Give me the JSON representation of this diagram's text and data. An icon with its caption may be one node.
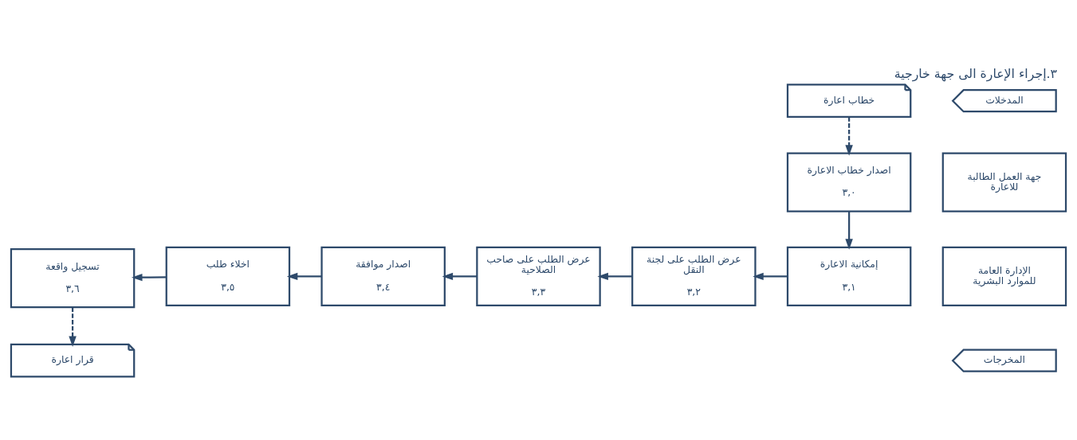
{
  "diagram": {
    "title": "٣.إجراء الإعارة الى جهة خارجية",
    "nodes": [
      {
        "text": [
          "المدخلات"
        ]
      },
      {
        "text": [
          "خطاب اعارة"
        ]
      },
      {
        "text": [
          "جهة العمل الطالبة للاعارة"
        ]
      },
      {
        "text": [
          "اصدار خطاب الاعارة",
          "٣,٠"
        ]
      },
      {
        "text": [
          "الإدارة العامة للموارد البشرية"
        ]
      },
      {
        "text": [
          "إمكانية الاعارة",
          "٣,١"
        ]
      },
      {
        "text": [
          "عرض الطلب على لجنة النقل",
          "٣,٢"
        ]
      },
      {
        "text": [
          "عرض الطلب على صاحب الصلاحية",
          "٣,٣"
        ]
      },
      {
        "text": [
          "اصدار موافقة",
          "٣,٤"
        ]
      },
      {
        "text": [
          "اخلاء طلب",
          "٣,٥"
        ]
      },
      {
        "text": [
          "تسجيل واقعة",
          "٣,٦"
        ]
      },
      {
        "text": [
          "المخرجات"
        ]
      },
      {
        "text": [
          "قرار اعارة"
        ]
      }
    ],
    "edges": [
      {
        "from": 1,
        "to": 3,
        "arrow": "to",
        "style": "dashed"
      },
      {
        "from": 3,
        "to": 5,
        "arrow": "to"
      },
      {
        "from": 5,
        "to": 6,
        "arrow": "to"
      },
      {
        "from": 6,
        "to": 7,
        "arrow": "to"
      },
      {
        "from": 7,
        "to": 8,
        "arrow": "to"
      },
      {
        "from": 8,
        "to": 9,
        "arrow": "to"
      },
      {
        "from": 9,
        "to": 10,
        "arrow": "to"
      },
      {
        "from": 10,
        "to": 12,
        "arrow": "to",
        "style": "dashed"
      }
    ]
  }
}
